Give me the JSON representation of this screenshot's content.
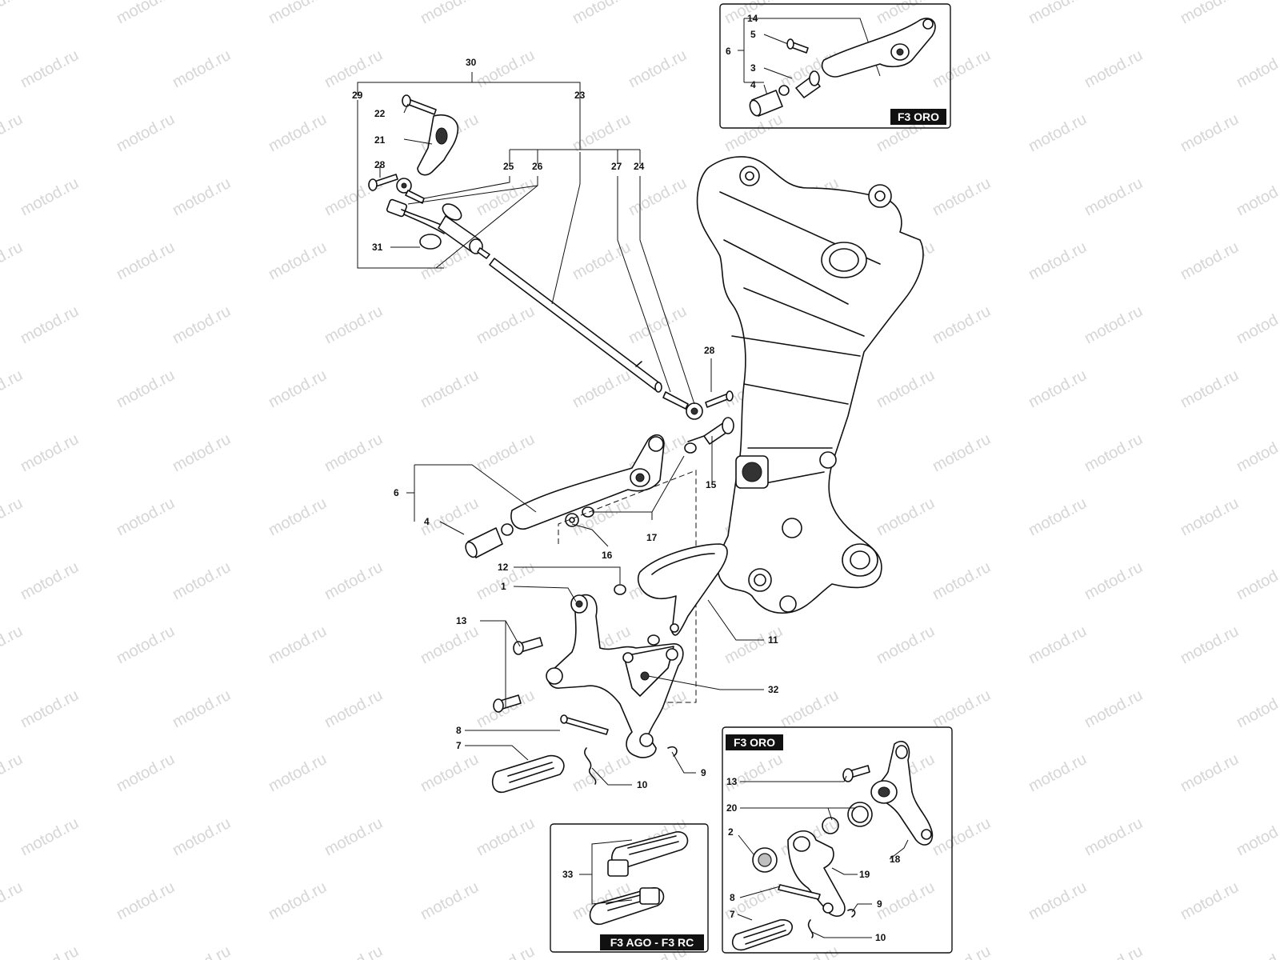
{
  "watermark": "motod.ru",
  "insets": {
    "top_right": "F3 ORO",
    "bottom_right": "F3 ORO",
    "bottom_center": "F3 AGO - F3 RC"
  },
  "labels": {
    "n30": "30",
    "n29": "29",
    "n23": "23",
    "n22": "22",
    "n21": "21",
    "n28a": "28",
    "n25": "25",
    "n26": "26",
    "n27": "27",
    "n24": "24",
    "n31": "31",
    "n28b": "28",
    "n15": "15",
    "n6": "6",
    "n4": "4",
    "n17": "17",
    "n16": "16",
    "n12": "12",
    "n1": "1",
    "n13": "13",
    "n11": "11",
    "n32": "32",
    "n8": "8",
    "n7": "7",
    "n10": "10",
    "n9": "9",
    "tr14": "14",
    "tr5": "5",
    "tr6": "6",
    "tr3": "3",
    "tr4": "4",
    "br13": "13",
    "br20": "20",
    "br2": "2",
    "br18": "18",
    "br19": "19",
    "br8": "8",
    "br9": "9",
    "br7": "7",
    "br10": "10",
    "bc33": "33"
  }
}
